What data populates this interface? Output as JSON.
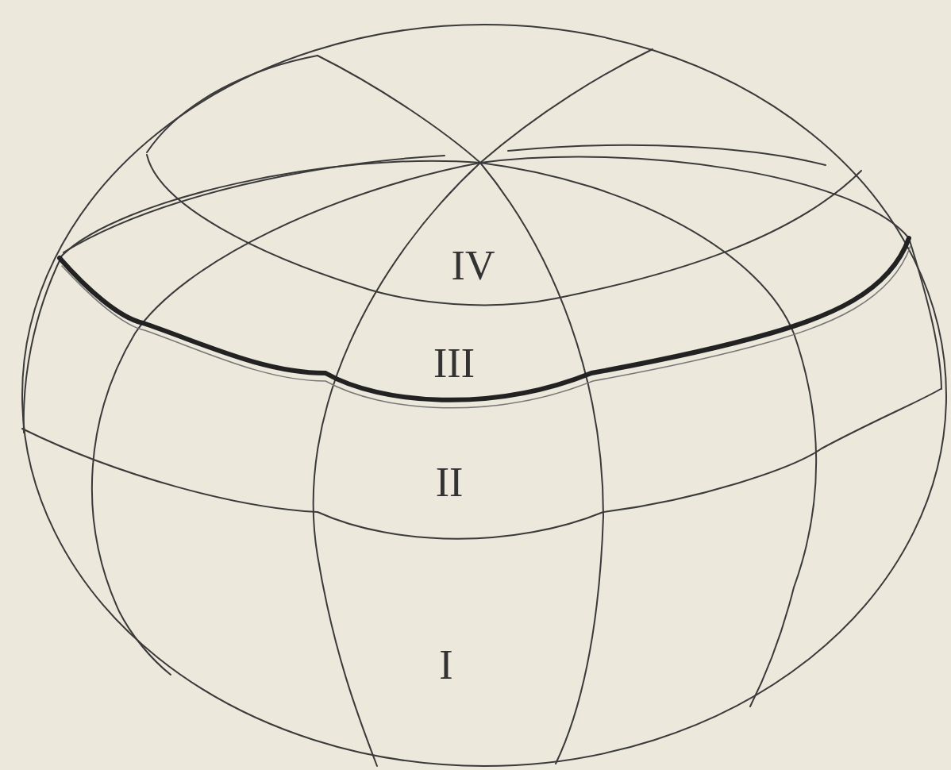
{
  "diagram": {
    "labels": [
      "IV",
      "III",
      "II",
      "I"
    ]
  }
}
